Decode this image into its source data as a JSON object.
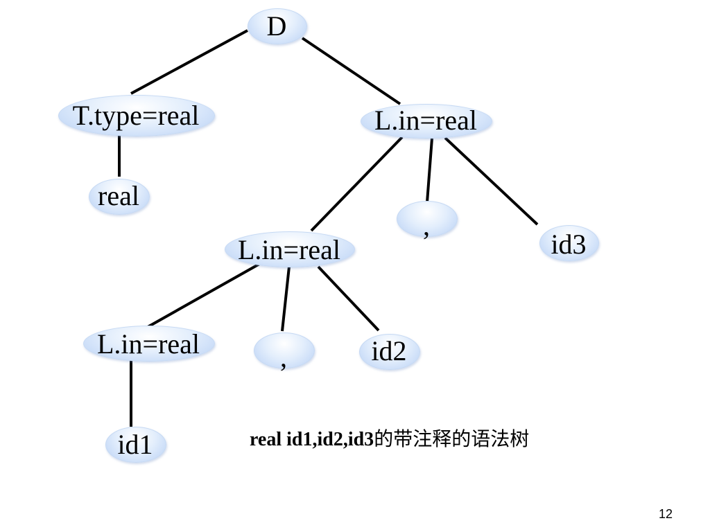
{
  "tree": {
    "nodes": [
      {
        "id": "n-d",
        "label": "D"
      },
      {
        "id": "n-type",
        "label": "T.type=real"
      },
      {
        "id": "n-real",
        "label": "real"
      },
      {
        "id": "n-lin1",
        "label": "L.in=real"
      },
      {
        "id": "n-comma1",
        "label": ","
      },
      {
        "id": "n-id3",
        "label": "id3"
      },
      {
        "id": "n-lin2",
        "label": "L.in=real"
      },
      {
        "id": "n-comma2",
        "label": ","
      },
      {
        "id": "n-id2",
        "label": "id2"
      },
      {
        "id": "n-lin3",
        "label": "L.in=real"
      },
      {
        "id": "n-id1",
        "label": "id1"
      }
    ],
    "edges": [
      {
        "from": "n-d",
        "to": "n-type"
      },
      {
        "from": "n-d",
        "to": "n-lin1"
      },
      {
        "from": "n-type",
        "to": "n-real"
      },
      {
        "from": "n-lin1",
        "to": "n-lin2"
      },
      {
        "from": "n-lin1",
        "to": "n-comma1"
      },
      {
        "from": "n-lin1",
        "to": "n-id3"
      },
      {
        "from": "n-lin2",
        "to": "n-lin3"
      },
      {
        "from": "n-lin2",
        "to": "n-comma2"
      },
      {
        "from": "n-lin2",
        "to": "n-id2"
      },
      {
        "from": "n-lin3",
        "to": "n-id1"
      }
    ]
  },
  "caption": {
    "latin": "real id1,id2,id3",
    "cjk": "的带注释的语法树"
  },
  "page_number": "12"
}
